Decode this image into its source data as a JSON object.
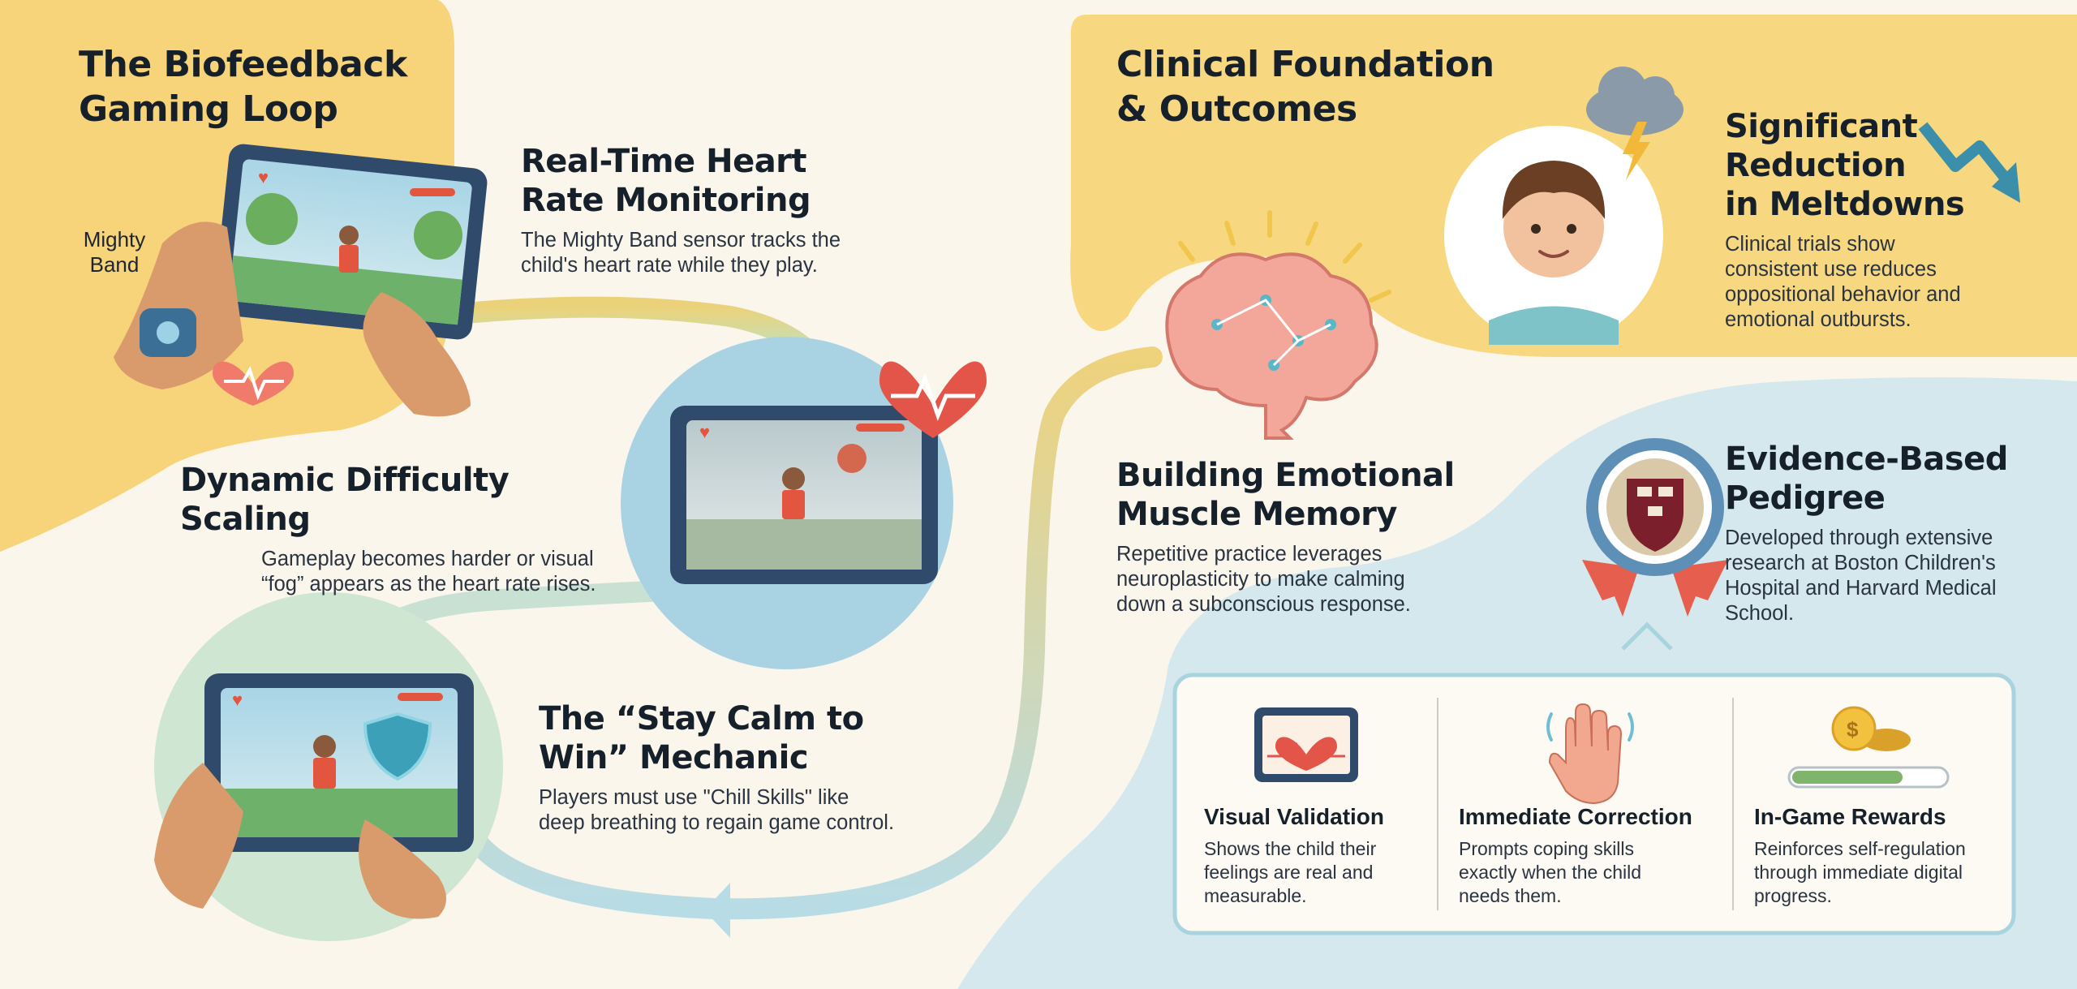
{
  "left_section": {
    "title": "The Biofeedback\nGaming Loop",
    "band_label": "Mighty\nBand",
    "steps": [
      {
        "heading": "Real-Time Heart\nRate Monitoring",
        "description": "The Mighty Band sensor tracks the\nchild's heart rate while they play."
      },
      {
        "heading": "Dynamic Difficulty Scaling",
        "description": "Gameplay becomes harder or visual\n“fog” appears as the heart rate rises."
      },
      {
        "heading": "The “Stay Calm to\nWin” Mechanic",
        "description": "Players must use \"Chill Skills\" like\ndeep breathing to regain game control."
      }
    ]
  },
  "right_section": {
    "title": "Clinical Foundation\n& Outcomes",
    "items": [
      {
        "heading": "Significant\nReduction\nin Meltdowns",
        "description": "Clinical trials show\nconsistent use reduces\noppositional behavior and\nemotional outbursts."
      },
      {
        "heading": "Building Emotional\nMuscle Memory",
        "description": "Repetitive practice leverages\nneuroplasticity to make calming\ndown a subconscious response."
      },
      {
        "heading": "Evidence-Based\nPedigree",
        "description": "Developed through extensive\nresearch at Boston Children's\nHospital and Harvard Medical\nSchool."
      }
    ],
    "benefits": [
      {
        "title": "Visual Validation",
        "description": "Shows the child their\nfeelings are real and\nmeasurable.",
        "icon": "heart-monitor-icon"
      },
      {
        "title": "Immediate Correction",
        "description": "Prompts coping skills\nexactly when the child\nneeds them.",
        "icon": "raised-hand-icon"
      },
      {
        "title": "In-Game Rewards",
        "description": "Reinforces self-regulation\nthrough immediate digital\nprogress.",
        "icon": "coins-icon"
      }
    ]
  },
  "colors": {
    "background": "#FBF6EC",
    "yellow_panel": "#F7D880",
    "blue_panel": "#D5E8EE",
    "heart_red": "#E25548",
    "accent_teal": "#3C8FAA"
  }
}
